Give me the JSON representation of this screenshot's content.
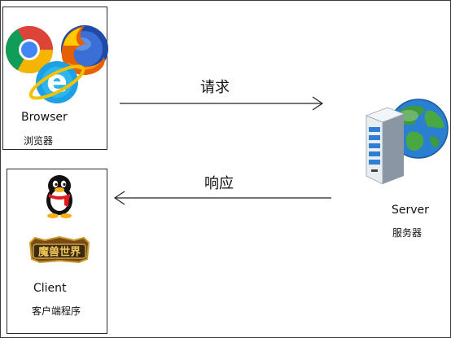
{
  "browser": {
    "title": "Browser",
    "subtitle": "浏览器",
    "icons": [
      "chrome-icon",
      "firefox-icon",
      "internet-explorer-icon"
    ]
  },
  "client": {
    "title": "Client",
    "subtitle": "客户端程序",
    "icons": [
      "qq-penguin-icon",
      "world-of-warcraft-logo"
    ],
    "wow_logo_text": "魔兽世界"
  },
  "server": {
    "title": "Server",
    "subtitle": "服务器",
    "icons": [
      "server-tower-icon",
      "globe-icon"
    ]
  },
  "flows": {
    "request_label": "请求",
    "response_label": "响应"
  }
}
